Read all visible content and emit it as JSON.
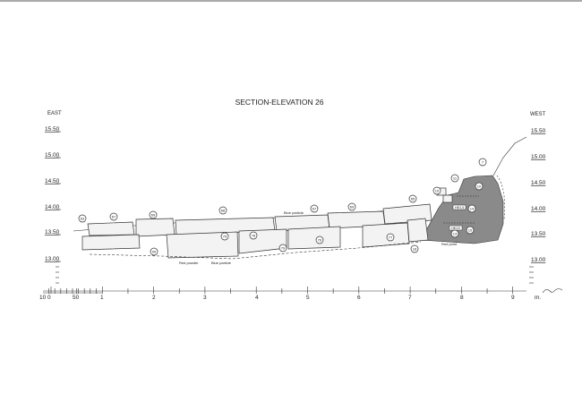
{
  "title": "SECTION-ELEVATION 26",
  "orientation": {
    "left": "EAST",
    "right": "WEST"
  },
  "elevations_left": [
    "15.50",
    "15.00",
    "14.50",
    "14.00",
    "13.50",
    "13.00"
  ],
  "elevations_right": [
    "15.50",
    "15.00",
    "14.50",
    "14.00",
    "13.50",
    "13.00"
  ],
  "scale_bar": {
    "labels": [
      "10 0",
      "50",
      "1",
      "2",
      "3",
      "4",
      "5",
      "6",
      "7",
      "8",
      "9"
    ],
    "unit": "m."
  },
  "annotations": {
    "red_powder": "Red powder",
    "blue_particle_bottom": "Blue particle",
    "blue_particle_top": "Blue particle",
    "red_point": "Red point",
    "he13": "HE13",
    "he22": "HE22"
  },
  "stone_numbers": [
    "63",
    "67",
    "69",
    "68",
    "67",
    "69",
    "65",
    "10",
    "11",
    "7",
    "10",
    "14",
    "15",
    "13",
    "18",
    "77",
    "76",
    "79",
    "78",
    "75",
    "90"
  ],
  "colors": {
    "ink": "#333333",
    "fill": "#8a8a8a",
    "paper": "#ffffff"
  }
}
